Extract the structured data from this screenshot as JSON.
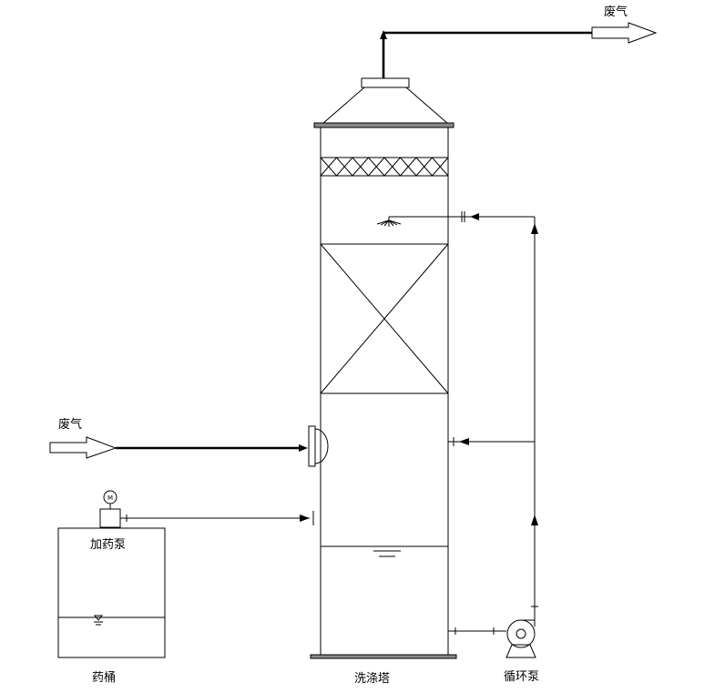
{
  "labels": {
    "exhaust_out": "废气",
    "exhaust_in": "废气",
    "dosing_pump": "加药泵",
    "dosing_pump_motor": "M",
    "chemical_tank": "药桶",
    "scrubber_tower": "洗涤塔",
    "circulation_pump": "循环泵"
  }
}
